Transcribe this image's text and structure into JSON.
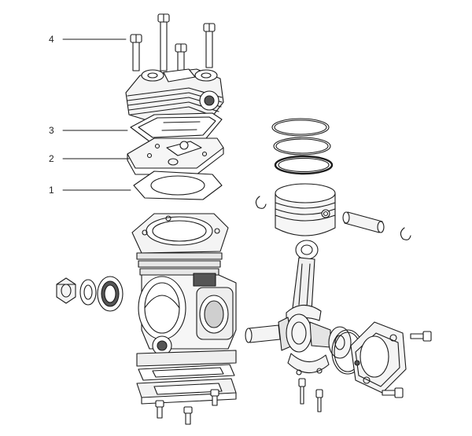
{
  "callouts": [
    {
      "number": "4",
      "part": "cylinder-head-bolt"
    },
    {
      "number": "3",
      "part": "head-gasket"
    },
    {
      "number": "2",
      "part": "valve-plate"
    },
    {
      "number": "1",
      "part": "cylinder-gasket"
    }
  ],
  "colors": {
    "line": "#1a1a1a",
    "fill": "#f2f2f2",
    "shade": "#c8c8c8",
    "dark": "#555555"
  }
}
